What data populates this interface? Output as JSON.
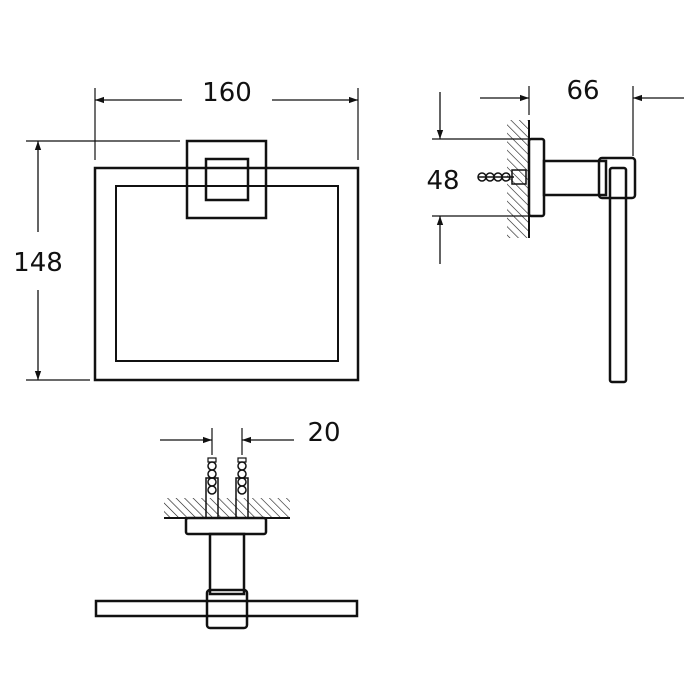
{
  "dimensions": {
    "width": "160",
    "height": "148",
    "projection": "66",
    "mount_height": "48",
    "screw_spacing": "20"
  },
  "colors": {
    "line": "#111111",
    "background": "#ffffff"
  }
}
